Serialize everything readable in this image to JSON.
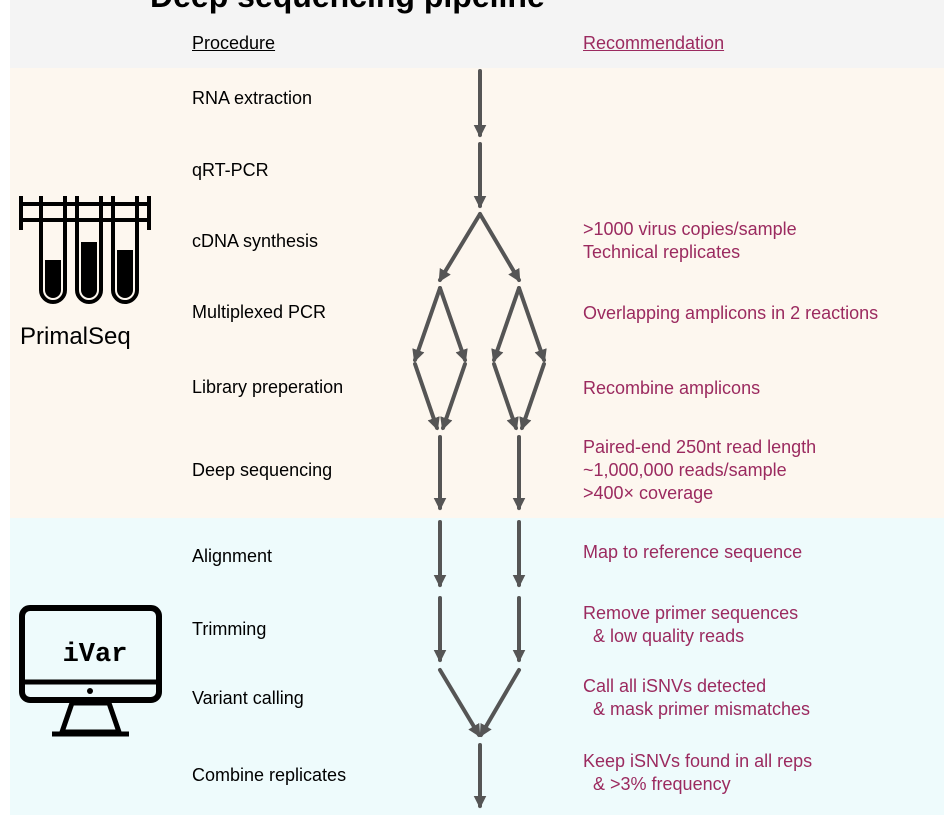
{
  "title": "Deep sequencing pipeline",
  "headers": {
    "procedure": "Procedure",
    "recommendation": "Recommendation"
  },
  "tools": {
    "primalseq": "PrimalSeq",
    "ivar": "iVar"
  },
  "icons": {
    "primalseq": "test-tubes-icon",
    "ivar": "monitor-icon"
  },
  "colors": {
    "recommendation_text": "#9b2a5f",
    "primalseq_band": "#fdf7ef",
    "ivar_band": "#eefbfc",
    "arrows": "#555555"
  },
  "steps": [
    "RNA extraction",
    "qRT-PCR",
    "cDNA synthesis",
    "Multiplexed PCR",
    "Library preperation",
    "Deep sequencing",
    "Alignment",
    "Trimming",
    "Variant calling",
    "Combine replicates"
  ],
  "recommendations": {
    "cdna": ">1000 virus copies/sample\nTechnical replicates",
    "pcr": "Overlapping amplicons in 2 reactions",
    "library": "Recombine amplicons",
    "sequencing": "Paired-end 250nt read length\n~1,000,000 reads/sample\n>400× coverage",
    "alignment": "Map to reference sequence",
    "trimming": "Remove primer sequences\n  & low quality reads",
    "variant": "Call all iSNVs detected\n  & mask primer mismatches",
    "combine": "Keep iSNVs found in all reps\n  & >3% frequency"
  }
}
